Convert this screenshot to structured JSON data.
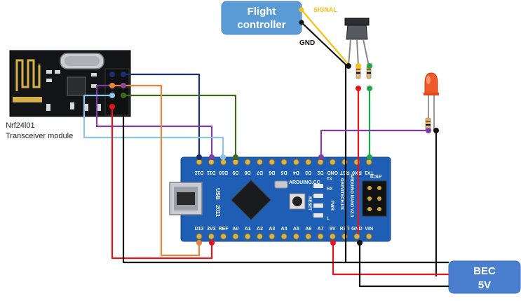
{
  "flight_controller": {
    "line1": "Flight",
    "line2": "controller",
    "color": "#5b9bd5"
  },
  "bec": {
    "line1": "BEC",
    "line2": "5V",
    "color": "#4a7fd0"
  },
  "nrf_module": {
    "line1": "Nrf24l01",
    "line2": "Transceiver module"
  },
  "wire_labels": {
    "signal": "SIGNAL",
    "gnd": "GND"
  },
  "arduino": {
    "top_pins": [
      "D12",
      "D11",
      "D10",
      "D9",
      "D8",
      "D7",
      "D6",
      "D5",
      "D4",
      "D3",
      "D2",
      "GND",
      "RST",
      "RX0",
      "TX1"
    ],
    "bottom_pins": [
      "D13",
      "3V3",
      "REF",
      "A0",
      "A1",
      "A2",
      "A3",
      "A4",
      "A5",
      "A6",
      "A7",
      "5V",
      "RST",
      "GND",
      "VIN"
    ],
    "labels": {
      "icsp": "ICSP",
      "usb": "USB",
      "year": "2011",
      "site": "ARDUINO.CC",
      "reset": "RESET",
      "pwr": "PWR",
      "gravitech": "GRAVITECH.US",
      "nano": "ARDUINO NANO V3.0",
      "tx": "TX",
      "rx": "RX",
      "l": "L"
    }
  },
  "colors": {
    "signal_wire": "#f5c018",
    "red_wire": "#e8141b",
    "black_wire": "#111111",
    "green_wire": "#1ea84a",
    "purple_wire": "#7e3ea8",
    "navy_wire": "#1c2f6e",
    "orange_wire": "#e8853a",
    "lightblue_wire": "#8ec3e8",
    "darkgreen_wire": "#3d6a1e",
    "board_blue": "#1e5fb5",
    "led": "#f05a28"
  }
}
